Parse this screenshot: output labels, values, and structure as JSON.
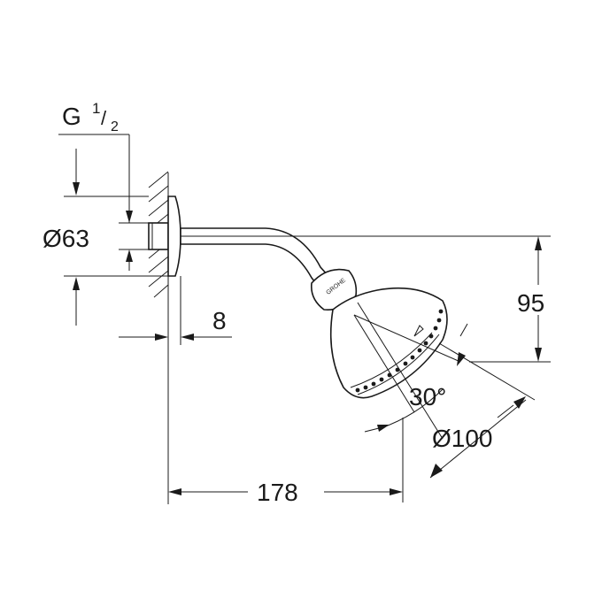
{
  "dimensions": {
    "thread": {
      "prefix": "G",
      "numerator": "1",
      "slash": "/",
      "denominator": "2"
    },
    "flange_diameter": "Ø63",
    "offset": "8",
    "height": "95",
    "angle": "30°",
    "head_diameter": "Ø100",
    "length": "178"
  },
  "brand": "GROHE"
}
